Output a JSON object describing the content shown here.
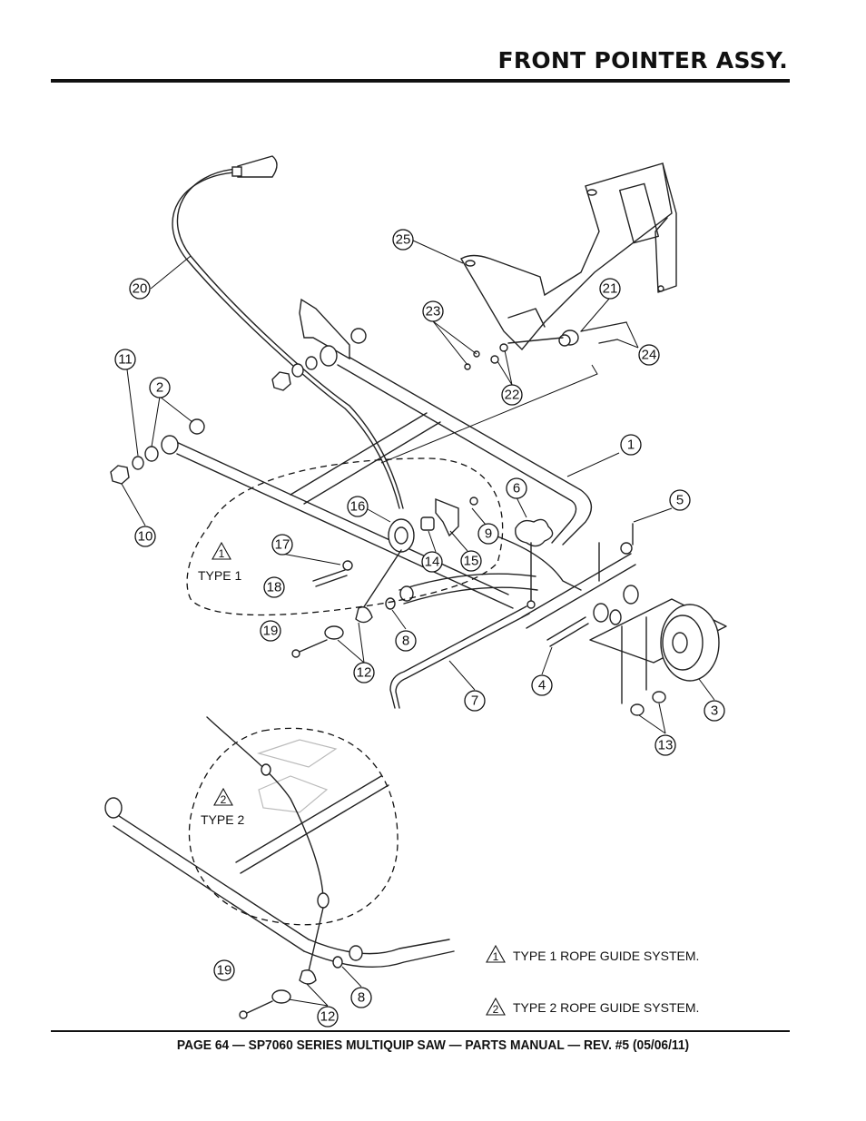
{
  "header": {
    "title": "FRONT POINTER ASSY."
  },
  "footer": {
    "text": "PAGE 64 — SP7060 SERIES MULTIQUIP SAW — PARTS MANUAL — REV. #5 (05/06/11)"
  },
  "diagram": {
    "callouts": [
      "1",
      "2",
      "3",
      "4",
      "5",
      "6",
      "7",
      "8",
      "9",
      "10",
      "11",
      "12",
      "13",
      "14",
      "15",
      "16",
      "17",
      "18",
      "19",
      "20",
      "21",
      "22",
      "23",
      "24",
      "25"
    ],
    "detail_labels": {
      "type1": {
        "marker": "1",
        "label": "TYPE 1"
      },
      "type2": {
        "marker": "2",
        "label": "TYPE 2"
      }
    },
    "legend": [
      {
        "marker": "1",
        "text": "TYPE 1 ROPE GUIDE SYSTEM."
      },
      {
        "marker": "2",
        "text": "TYPE 2 ROPE GUIDE SYSTEM."
      }
    ]
  }
}
